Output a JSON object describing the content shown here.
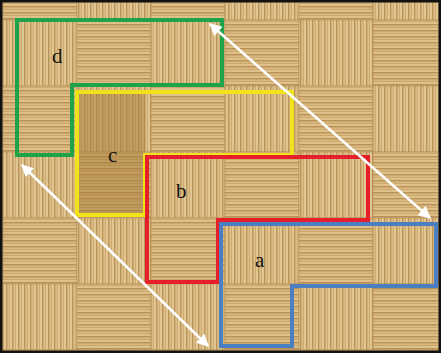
{
  "diagram": {
    "nodes": [
      {
        "text": [
          "d"
        ]
      },
      {
        "text": [
          "c"
        ]
      },
      {
        "text": [
          "b"
        ]
      },
      {
        "text": [
          "a"
        ]
      }
    ]
  }
}
